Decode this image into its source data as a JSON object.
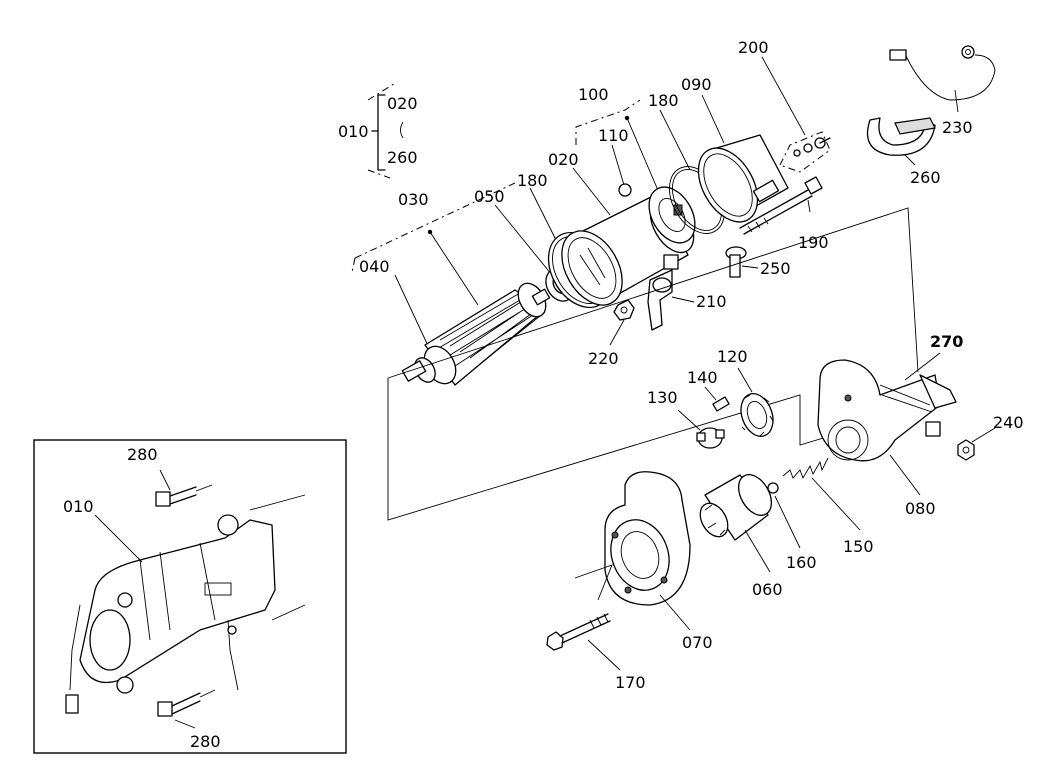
{
  "labels": {
    "p010_brace": "010",
    "p020_brace": "020",
    "p260_brace": "260",
    "p030": "030",
    "p040": "040",
    "p050": "050",
    "p180_left": "180",
    "p020": "020",
    "p100": "100",
    "p110": "110",
    "p180_right": "180",
    "p090": "090",
    "p200": "200",
    "p230": "230",
    "p260": "260",
    "p190": "190",
    "p250": "250",
    "p210": "210",
    "p220": "220",
    "p270": "270",
    "p120": "120",
    "p140": "140",
    "p130": "130",
    "p240": "240",
    "p080": "080",
    "p150": "150",
    "p160": "160",
    "p060": "060",
    "p070": "070",
    "p170": "170",
    "inset_280_top": "280",
    "inset_010": "010",
    "inset_280_bottom": "280"
  }
}
